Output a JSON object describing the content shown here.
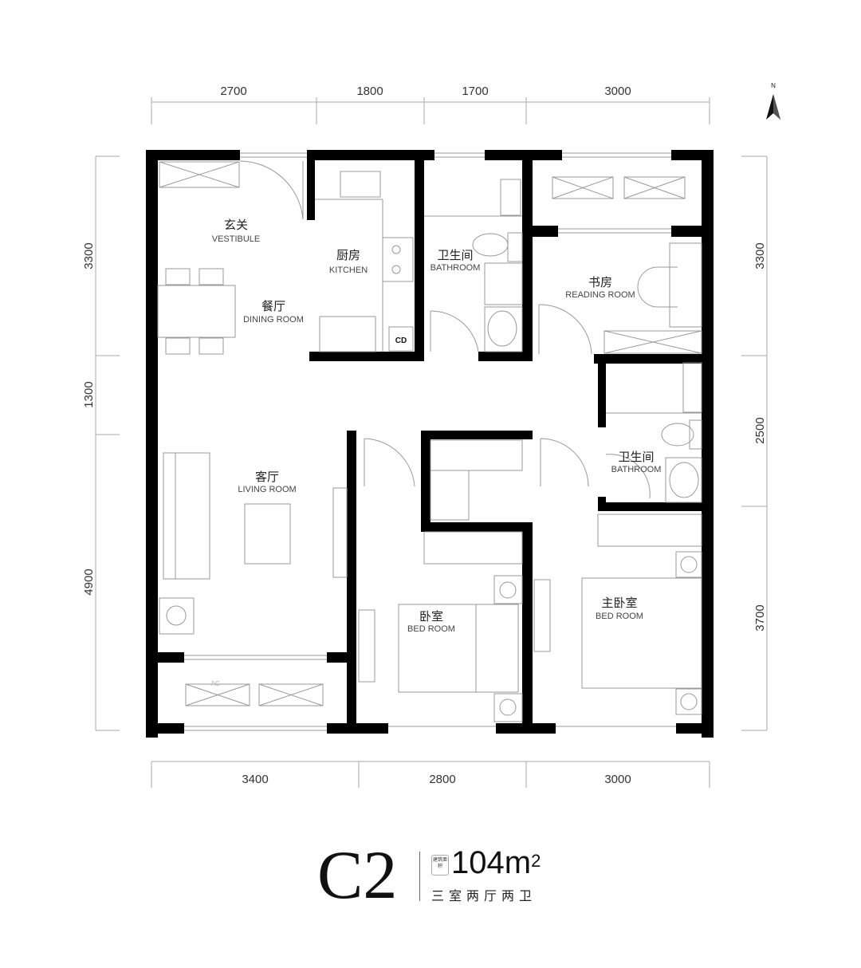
{
  "compass": {
    "label": "N"
  },
  "dimensions": {
    "top": [
      "2700",
      "1800",
      "1700",
      "3000"
    ],
    "bottom": [
      "3400",
      "2800",
      "3000"
    ],
    "left": [
      "3300",
      "1300",
      "4900"
    ],
    "right": [
      "3300",
      "2500",
      "3700"
    ]
  },
  "rooms": {
    "vestibule": {
      "cn": "玄关",
      "en": "VESTIBULE"
    },
    "dining": {
      "cn": "餐厅",
      "en": "DINING ROOM"
    },
    "kitchen": {
      "cn": "厨房",
      "en": "KITCHEN"
    },
    "bathroom1": {
      "cn": "卫生间",
      "en": "BATHROOM"
    },
    "reading": {
      "cn": "书房",
      "en": "READING ROOM"
    },
    "bathroom2": {
      "cn": "卫生间",
      "en": "BATHROOM"
    },
    "living": {
      "cn": "客厅",
      "en": "LIVING ROOM"
    },
    "bedroom": {
      "cn": "卧室",
      "en": "BED ROOM"
    },
    "master": {
      "cn": "主卧室",
      "en": "BED ROOM"
    }
  },
  "fixtures": {
    "cd": "CD",
    "ac": "AC"
  },
  "footer": {
    "code": "C2",
    "seal": "建筑面积",
    "area": "104m",
    "area_sup": "2",
    "layout": "三室两厅两卫"
  }
}
